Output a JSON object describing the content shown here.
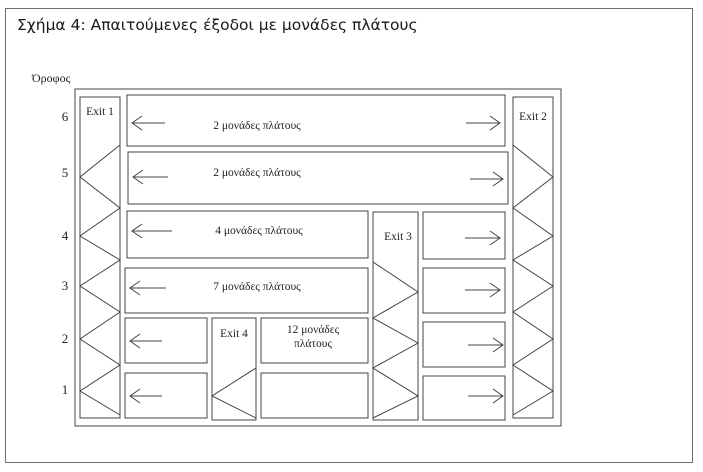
{
  "title": "Σχήμα 4: Απαιτούμενες έξοδοι με μονάδες πλάτους",
  "y_axis_label": "Όροφος",
  "floors": [
    "6",
    "5",
    "4",
    "3",
    "2",
    "1"
  ],
  "exits": {
    "exit1": "Exit 1",
    "exit2": "Exit 2",
    "exit3": "Exit 3",
    "exit4": "Exit 4"
  },
  "width_labels": {
    "floor6": "2 μονάδες πλάτους",
    "floor5": "2 μονάδες πλάτους",
    "floor4": "4 μονάδες πλάτους",
    "floor3": "7 μονάδες πλάτους",
    "floor2_line1": "12 μονάδες",
    "floor2_line2": "πλάτους"
  },
  "colors": {
    "line": "#444444",
    "frame": "#6f6f6f",
    "background": "#ffffff"
  }
}
